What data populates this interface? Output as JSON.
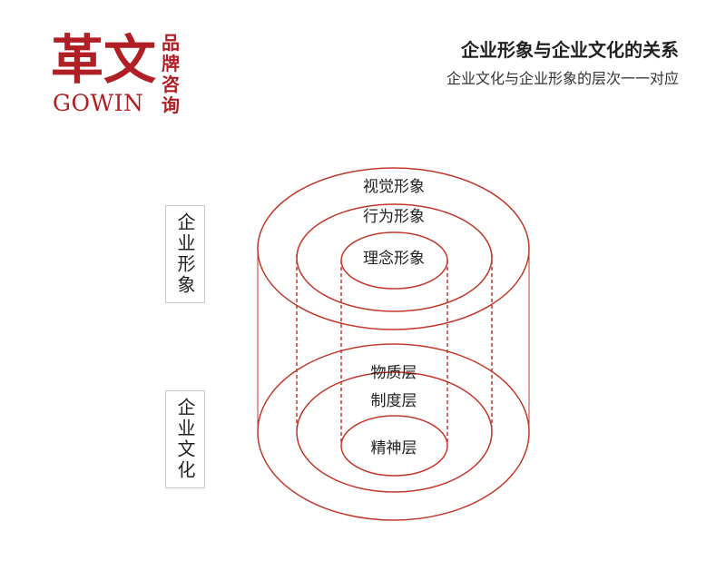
{
  "logo": {
    "cn_name": "革文",
    "side_text": [
      "品",
      "牌",
      "咨",
      "询"
    ],
    "en_name": "GOWIN"
  },
  "header": {
    "title": "企业形象与企业文化的关系",
    "subtitle": "企业文化与企业形象的层次一一对应"
  },
  "side_labels": {
    "image": "企业形象",
    "culture": "企业文化"
  },
  "top_layers": {
    "outer": "视觉形象",
    "middle": "行为形象",
    "inner": "理念形象"
  },
  "bottom_layers": {
    "outer": "物质层",
    "middle": "制度层",
    "inner": "精神层"
  },
  "colors": {
    "brand": "#b01f24",
    "line": "#c0392b",
    "text": "#222222",
    "box_border": "#c9c9c9"
  }
}
